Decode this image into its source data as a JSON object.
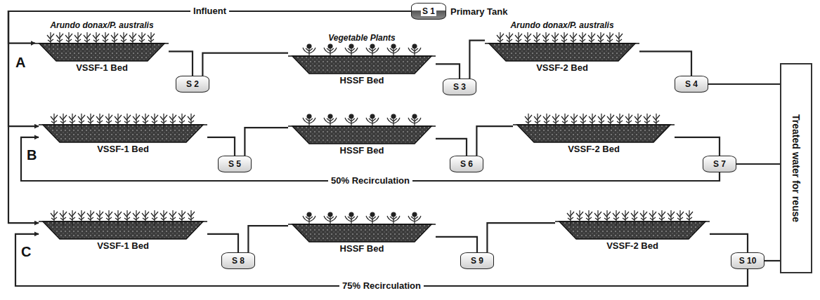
{
  "diagram": {
    "nodes": [
      {
        "text": [
          "S 1",
          "Primary Tank"
        ]
      },
      {
        "text": [
          "Arundo donax/P. australis",
          "VSSF-1 Bed"
        ]
      },
      {
        "text": [
          "S 2"
        ]
      },
      {
        "text": [
          "Vegetable Plants",
          "HSSF Bed"
        ]
      },
      {
        "text": [
          "S 3"
        ]
      },
      {
        "text": [
          "Arundo donax/P. australis",
          "VSSF-2 Bed"
        ]
      },
      {
        "text": [
          "S 4"
        ]
      },
      {
        "text": [
          "VSSF-1 Bed"
        ]
      },
      {
        "text": [
          "S 5"
        ]
      },
      {
        "text": [
          "HSSF Bed"
        ]
      },
      {
        "text": [
          "S 6"
        ]
      },
      {
        "text": [
          "VSSF-2 Bed"
        ]
      },
      {
        "text": [
          "S 7"
        ]
      },
      {
        "text": [
          "VSSF-1 Bed"
        ]
      },
      {
        "text": [
          "S 8"
        ]
      },
      {
        "text": [
          "HSSF Bed"
        ]
      },
      {
        "text": [
          "S 9"
        ]
      },
      {
        "text": [
          "VSSF-2 Bed"
        ]
      },
      {
        "text": [
          "S 10"
        ]
      },
      {
        "text": [
          "Treated water for reuse"
        ]
      }
    ],
    "edges": [
      {
        "from": 0,
        "to": 1,
        "arrow": "to",
        "label": "Influent"
      },
      {
        "from": 0,
        "to": 7,
        "arrow": "to"
      },
      {
        "from": 0,
        "to": 13,
        "arrow": "to"
      },
      {
        "from": 1,
        "to": 2,
        "arrow": "none"
      },
      {
        "from": 2,
        "to": 3,
        "arrow": "none"
      },
      {
        "from": 3,
        "to": 4,
        "arrow": "none"
      },
      {
        "from": 4,
        "to": 5,
        "arrow": "none"
      },
      {
        "from": 5,
        "to": 6,
        "arrow": "none"
      },
      {
        "from": 7,
        "to": 8,
        "arrow": "none"
      },
      {
        "from": 8,
        "to": 9,
        "arrow": "none"
      },
      {
        "from": 9,
        "to": 10,
        "arrow": "none"
      },
      {
        "from": 10,
        "to": 11,
        "arrow": "none"
      },
      {
        "from": 11,
        "to": 12,
        "arrow": "none"
      },
      {
        "from": 13,
        "to": 14,
        "arrow": "none"
      },
      {
        "from": 14,
        "to": 15,
        "arrow": "none"
      },
      {
        "from": 15,
        "to": 16,
        "arrow": "none"
      },
      {
        "from": 16,
        "to": 17,
        "arrow": "none"
      },
      {
        "from": 17,
        "to": 18,
        "arrow": "none"
      },
      {
        "from": 6,
        "to": 19,
        "arrow": "none"
      },
      {
        "from": 12,
        "to": 19,
        "arrow": "none"
      },
      {
        "from": 18,
        "to": 19,
        "arrow": "none"
      },
      {
        "from": 12,
        "to": 7,
        "arrow": "to",
        "label": "50% Recirculation"
      },
      {
        "from": 18,
        "to": 13,
        "arrow": "to",
        "label": "75% Recirculation"
      }
    ],
    "labels": [
      "A",
      "B",
      "C"
    ]
  }
}
